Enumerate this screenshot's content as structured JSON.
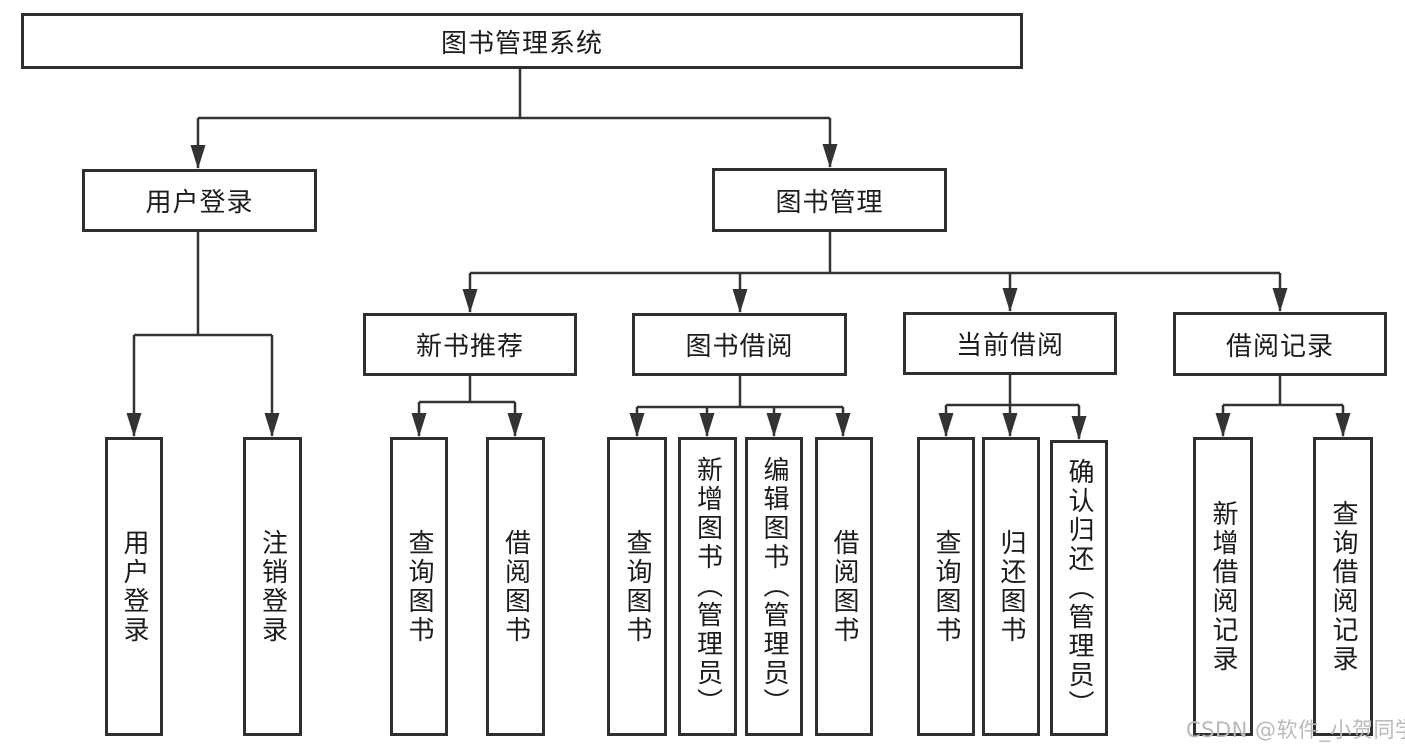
{
  "tree": {
    "root": {
      "label": "图书管理系统",
      "children": [
        {
          "label": "用户登录",
          "children": [
            {
              "label": "用户登录"
            },
            {
              "label": "注销登录"
            }
          ]
        },
        {
          "label": "图书管理",
          "children": [
            {
              "label": "新书推荐",
              "children": [
                {
                  "label": "查询图书"
                },
                {
                  "label": "借阅图书"
                }
              ]
            },
            {
              "label": "图书借阅",
              "children": [
                {
                  "label": "查询图书"
                },
                {
                  "label": "新增图书（管理员）"
                },
                {
                  "label": "编辑图书（管理员）"
                },
                {
                  "label": "借阅图书"
                }
              ]
            },
            {
              "label": "当前借阅",
              "children": [
                {
                  "label": "查询图书"
                },
                {
                  "label": "归还图书"
                },
                {
                  "label": "确认归还（管理员）"
                }
              ]
            },
            {
              "label": "借阅记录",
              "children": [
                {
                  "label": "新增借阅记录"
                },
                {
                  "label": "查询借阅记录"
                }
              ]
            }
          ]
        }
      ]
    }
  },
  "watermark": {
    "text": "CSDN @软件_小贺同学"
  },
  "colors": {
    "line": "#333333",
    "border": "#2f2f2f",
    "text": "#1c1c1c",
    "watermark": "#b9b9b9",
    "background": "#ffffff"
  }
}
